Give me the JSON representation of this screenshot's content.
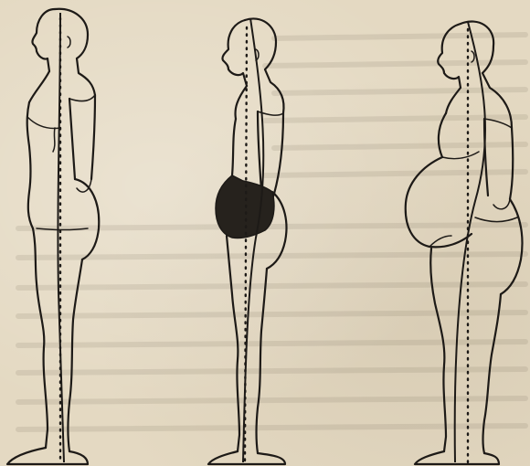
{
  "figures": [
    {
      "id": "figure-1",
      "description_name": "upright-posture-figure"
    },
    {
      "id": "figure-2",
      "description_name": "slouched-posture-figure"
    },
    {
      "id": "figure-3",
      "description_name": "obese-posture-figure"
    }
  ],
  "colors": {
    "paper": "#e4d9c2",
    "ink": "#1d1a17",
    "bleed_text": "#6a5f4e"
  }
}
